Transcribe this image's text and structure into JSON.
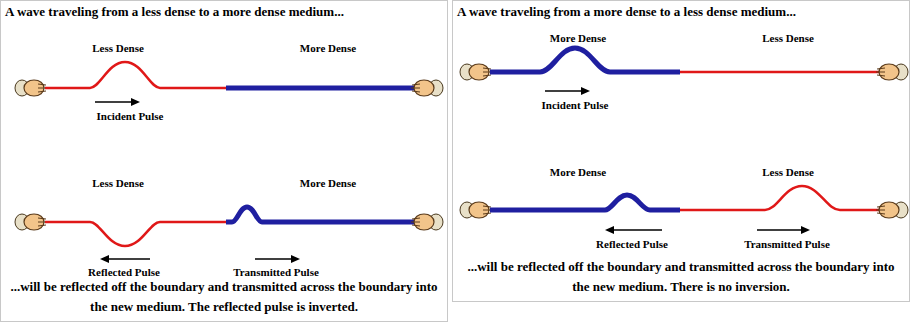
{
  "diagram": {
    "nodes": [
      {
        "text": [
          "A wave traveling from a less dense to a more dense medium...",
          "...will be reflected off the boundary and transmitted across the boundary into the new medium. The reflected pulse is inverted."
        ]
      },
      {
        "text": [
          "A wave traveling from a more dense to a less dense medium...",
          "...will be reflected off the boundary and transmitted across the boundary into the new medium. There is no inversion."
        ]
      }
    ],
    "labels": [
      "Less Dense",
      "More Dense",
      "Incident Pulse",
      "Less Dense",
      "More Dense",
      "Reflected Pulse",
      "Transmitted Pulse",
      "More Dense",
      "Less Dense",
      "Incident Pulse",
      "More Dense",
      "Less Dense",
      "Reflected Pulse",
      "Transmitted Pulse"
    ]
  }
}
